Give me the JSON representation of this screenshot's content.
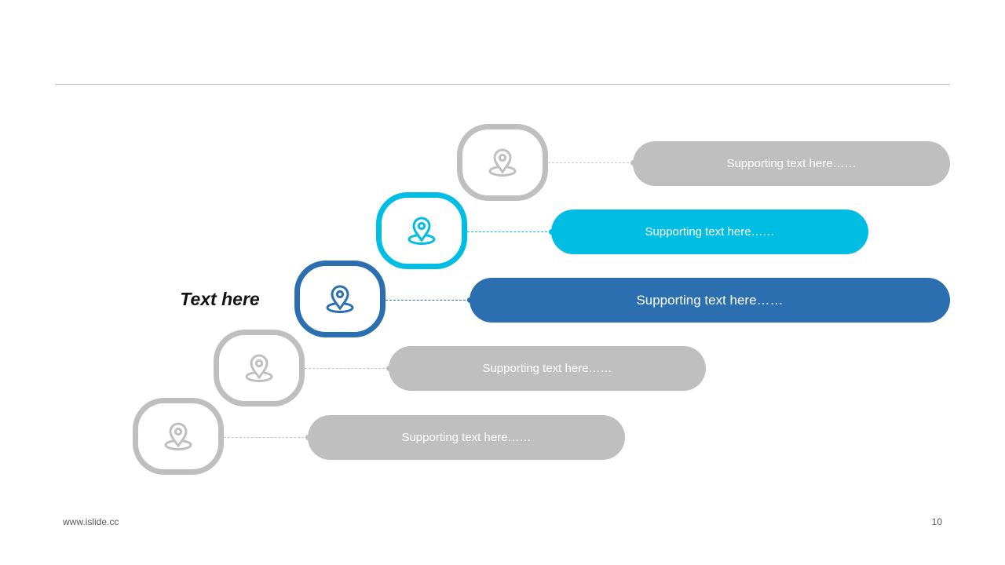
{
  "side_label": "Text here",
  "steps": [
    {
      "text": "Supporting text here……",
      "color": "#bfbfbf",
      "icon": "location-pin-icon"
    },
    {
      "text": "Supporting text here……",
      "color": "#00bde3",
      "icon": "location-pin-icon"
    },
    {
      "text": "Supporting text here……",
      "color": "#2b6fb0",
      "icon": "location-pin-icon"
    },
    {
      "text": "Supporting text here……",
      "color": "#bfbfbf",
      "icon": "location-pin-icon"
    },
    {
      "text": "Supporting text here……",
      "color": "#bfbfbf",
      "icon": "location-pin-icon"
    }
  ],
  "footer": {
    "url": "www.islide.cc",
    "page_number": "10"
  }
}
